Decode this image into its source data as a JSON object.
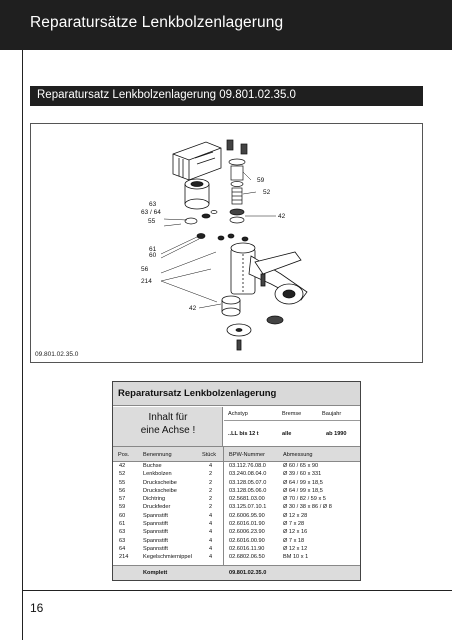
{
  "header": {
    "title": "Reparatursätze Lenkbolzenlagerung"
  },
  "section": {
    "title": "Reparatursatz Lenkbolzenlagerung 09.801.02.35.0"
  },
  "drawing": {
    "code": "09.801.02.35.0",
    "labels": {
      "l63": "63",
      "l6364": "63 / 64",
      "l55": "55",
      "l61": "61",
      "l60": "60",
      "l56": "56",
      "l214": "214",
      "l42a": "42",
      "l59": "59",
      "l52": "52",
      "l42b": "42"
    }
  },
  "table": {
    "title": "Reparatursatz Lenkbolzenlagerung",
    "inhalt_line1": "Inhalt für",
    "inhalt_line2": "eine Achse !",
    "col_achstyp": "Achstyp",
    "col_bremse": "Bremse",
    "col_baujahr": "Baujahr",
    "val_achstyp": "..LL bis 12 t",
    "val_bremse": "alle",
    "val_baujahr": "ab 1990",
    "h_pos": "Pos.",
    "h_benennung": "Benennung",
    "h_stueck": "Stück",
    "h_bpw": "BPW-Nummer",
    "h_abmessung": "Abmessung",
    "rows": [
      {
        "pos": "42",
        "name": "Buchse",
        "qty": "4",
        "nr": "03.112.76.08.0",
        "abm": "Ø 60 / 65 x 90"
      },
      {
        "pos": "52",
        "name": "Lenkbolzen",
        "qty": "2",
        "nr": "03.240.08.04.0",
        "abm": "Ø 39 / 60 x 331"
      },
      {
        "pos": "55",
        "name": "Druckscheibe",
        "qty": "2",
        "nr": "03.128.05.07.0",
        "abm": "Ø 64 / 99 x 18,5"
      },
      {
        "pos": "56",
        "name": "Druckscheibe",
        "qty": "2",
        "nr": "03.128.05.06.0",
        "abm": "Ø 64 / 99 x 18,5"
      },
      {
        "pos": "57",
        "name": "Dichtring",
        "qty": "2",
        "nr": "02.5681.03.00",
        "abm": "Ø 70 / 82 / 59 x 5"
      },
      {
        "pos": "59",
        "name": "Druckfeder",
        "qty": "2",
        "nr": "03.125.07.10.1",
        "abm": "Ø 30 / 38 x 86 / Ø 8"
      },
      {
        "pos": "60",
        "name": "Spannstift",
        "qty": "4",
        "nr": "02.6006.95.90",
        "abm": "Ø 12 x 28"
      },
      {
        "pos": "61",
        "name": "Spannstift",
        "qty": "4",
        "nr": "02.6016.01.90",
        "abm": "Ø 7 x 28"
      },
      {
        "pos": "63",
        "name": "Spannstift",
        "qty": "4",
        "nr": "02.6006.23.90",
        "abm": "Ø 12 x 16"
      },
      {
        "pos": "63",
        "name": "Spannstift",
        "qty": "4",
        "nr": "02.6016.00.90",
        "abm": "Ø 7 x 18"
      },
      {
        "pos": "64",
        "name": "Spannstift",
        "qty": "4",
        "nr": "02.6016.11.90",
        "abm": "Ø 12 x 12"
      },
      {
        "pos": "214",
        "name": "Kegelschmiernippel",
        "qty": "4",
        "nr": "02.6802.06.50",
        "abm": "BM 10 x 1"
      }
    ],
    "komplett_label": "Komplett",
    "komplett_nr": "09.801.02.35.0"
  },
  "page": {
    "number": "16"
  }
}
